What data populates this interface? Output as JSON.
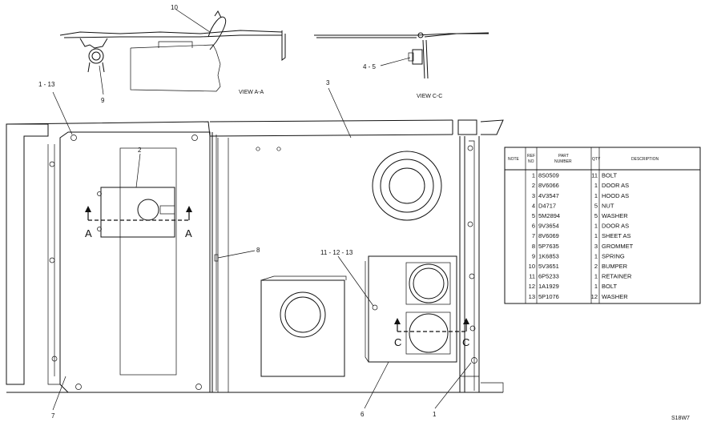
{
  "views": {
    "view_a": "VIEW A-A",
    "view_c": "VIEW C-C"
  },
  "callouts": {
    "c10": "10",
    "c9": "9",
    "c45": "4 - 5",
    "c113": "1 - 13",
    "c3": "3",
    "c2": "2",
    "c8": "8",
    "c111213": "11 - 12 - 13",
    "c7": "7",
    "c6": "6",
    "c1": "1"
  },
  "section_letters": {
    "a_left": "A",
    "a_right": "A",
    "c_left": "C",
    "c_right": "C"
  },
  "table": {
    "headers": {
      "note": "NOTE",
      "ref1": "REF",
      "ref2": "NO",
      "part1": "PART",
      "part2": "NUMBER",
      "qty": "QTY",
      "desc": "DESCRIPTION"
    },
    "rows": [
      {
        "ref": "1",
        "part": "8S0509",
        "qty": "11",
        "desc": "BOLT"
      },
      {
        "ref": "2",
        "part": "8V6066",
        "qty": "1",
        "desc": "DOOR AS"
      },
      {
        "ref": "3",
        "part": "4V3547",
        "qty": "1",
        "desc": "HOOD AS"
      },
      {
        "ref": "4",
        "part": "D4717",
        "qty": "5",
        "desc": "NUT"
      },
      {
        "ref": "5",
        "part": "5M2894",
        "qty": "5",
        "desc": "WASHER"
      },
      {
        "ref": "6",
        "part": "9V3654",
        "qty": "1",
        "desc": "DOOR AS"
      },
      {
        "ref": "7",
        "part": "8V6069",
        "qty": "1",
        "desc": "SHEET AS"
      },
      {
        "ref": "8",
        "part": "5P7635",
        "qty": "3",
        "desc": "GROMMET"
      },
      {
        "ref": "9",
        "part": "1K6853",
        "qty": "1",
        "desc": "SPRING"
      },
      {
        "ref": "10",
        "part": "5V3651",
        "qty": "2",
        "desc": "BUMPER"
      },
      {
        "ref": "11",
        "part": "6P5233",
        "qty": "1",
        "desc": "RETAINER"
      },
      {
        "ref": "12",
        "part": "1A1929",
        "qty": "1",
        "desc": "BOLT"
      },
      {
        "ref": "13",
        "part": "5P1076",
        "qty": "12",
        "desc": "WASHER"
      }
    ]
  },
  "corner_code": "S18W7"
}
